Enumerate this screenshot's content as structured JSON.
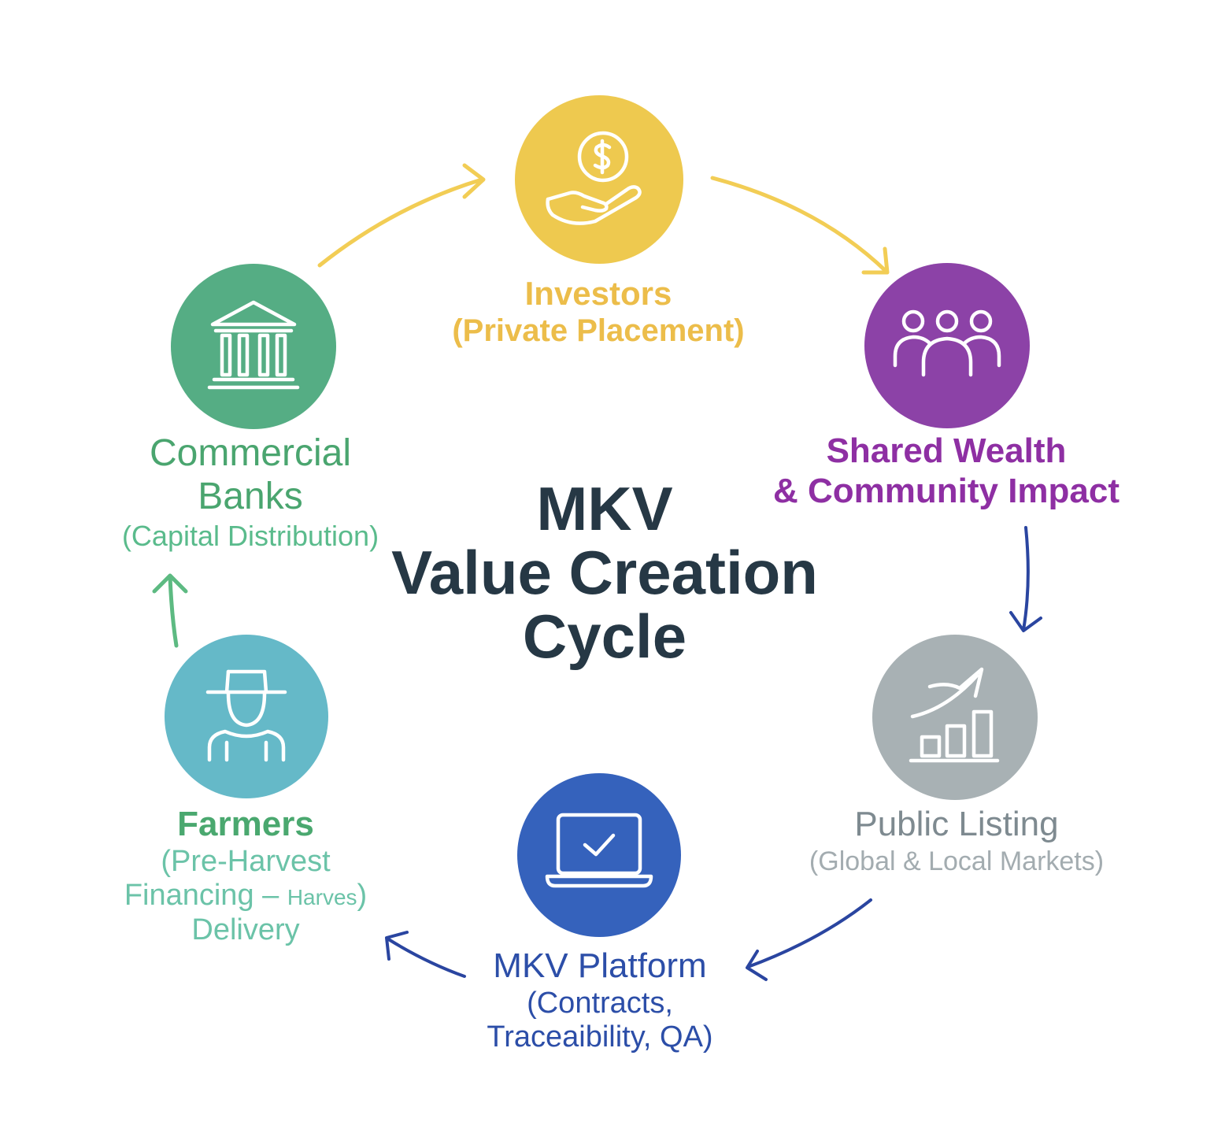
{
  "title": {
    "line1": "MKV",
    "line2": "Value Creation",
    "line3": "Cycle"
  },
  "colors": {
    "title": "#263845",
    "investors": "#eec94f",
    "investors_text": "#ecbd4a",
    "shared_wealth": "#8c42a7",
    "shared_wealth_text": "#8e2fa3",
    "public_listing": "#a8b1b4",
    "public_listing_text": "#7e8a90",
    "public_listing_sub": "#a3acb0",
    "platform": "#3562bc",
    "platform_text": "#2c4ea8",
    "farmers": "#65b9c8",
    "farmers_text": "#4aa86f",
    "farmers_sub": "#6bc3a8",
    "banks": "#55ad84",
    "banks_text": "#4aa56f",
    "banks_sub": "#5abb8c",
    "arrow_yellow": "#f2cd55",
    "arrow_blue": "#2a45a0",
    "arrow_green": "#5dba82"
  },
  "nodes": {
    "investors": {
      "icon": "hand-dollar-icon",
      "label": "Investors",
      "sub": "(Private Placement)"
    },
    "shared_wealth": {
      "icon": "people-group-icon",
      "label1": "Shared Wealth",
      "label2": "& Community Impact"
    },
    "public_listing": {
      "icon": "growth-chart-icon",
      "label": "Public Listing",
      "sub": "(Global & Local Markets)"
    },
    "platform": {
      "icon": "laptop-check-icon",
      "label": "MKV Platform",
      "sub1": "(Contracts,",
      "sub2": "Traceaibility, QA)"
    },
    "farmers": {
      "icon": "farmer-icon",
      "label": "Farmers",
      "sub1": "(Pre-Harvest",
      "sub2_main": "Financing – ",
      "sub2_small": "Harves",
      "sub2_end": ")",
      "sub3": "Delivery"
    },
    "banks": {
      "icon": "bank-icon",
      "label1": "Commercial",
      "label2": "Banks",
      "sub": "(Capital Distribution)"
    }
  }
}
